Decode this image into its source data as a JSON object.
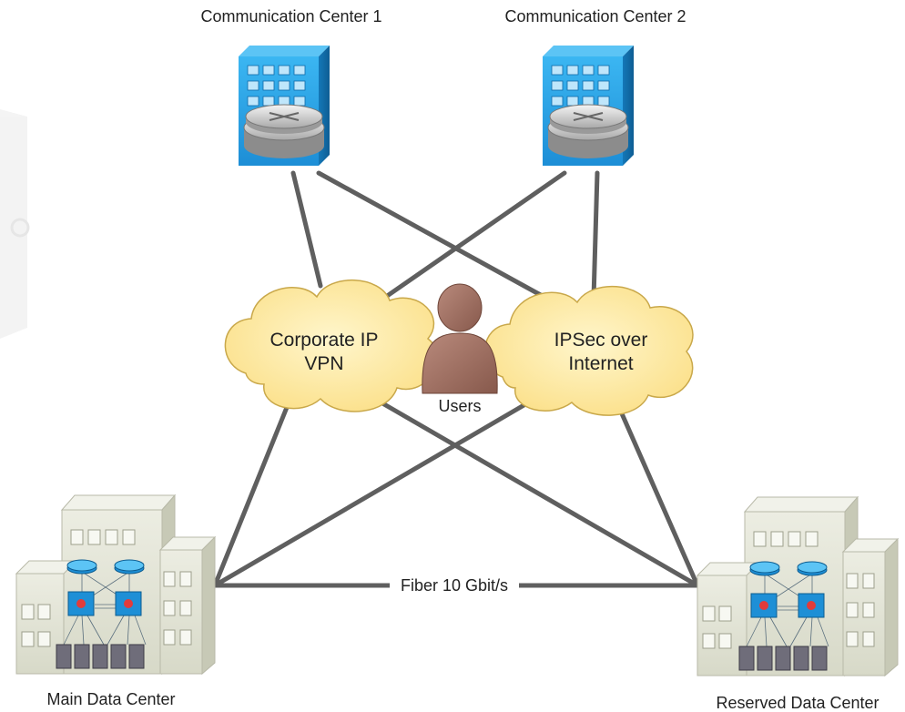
{
  "nodes": {
    "comm_center_1": {
      "label": "Communication Center 1"
    },
    "comm_center_2": {
      "label": "Communication Center 2"
    },
    "corporate_vpn": {
      "line1": "Corporate IP",
      "line2": "VPN"
    },
    "ipsec_internet": {
      "line1": "IPSec over",
      "line2": "Internet"
    },
    "users": {
      "label": "Users"
    },
    "main_dc": {
      "label": "Main Data Center"
    },
    "reserved_dc": {
      "label": "Reserved Data Center"
    }
  },
  "links": {
    "fiber": {
      "label": "Fiber 10 Gbit/s"
    }
  },
  "colors": {
    "building_blue": "#29a3e6",
    "cloud_fill": "#fde8a0",
    "cloud_stroke": "#c9a84a",
    "user_fill": "#a37668",
    "line": "#5f5f5f",
    "dc_building": "#e3e5d6"
  }
}
